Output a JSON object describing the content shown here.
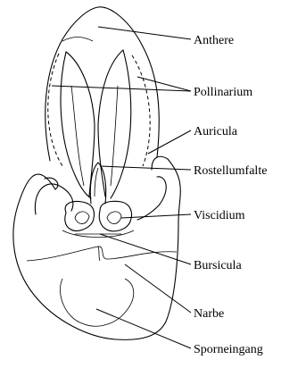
{
  "labels": {
    "anthere": "Anthere",
    "pollinarium": "Pollinarium",
    "auricula": "Auricula",
    "rostellumfalte": "Rostellumfalte",
    "viscidium": "Viscidium",
    "bursicula": "Bursicula",
    "narbe": "Narbe",
    "sporneingang": "Sporneingang"
  }
}
